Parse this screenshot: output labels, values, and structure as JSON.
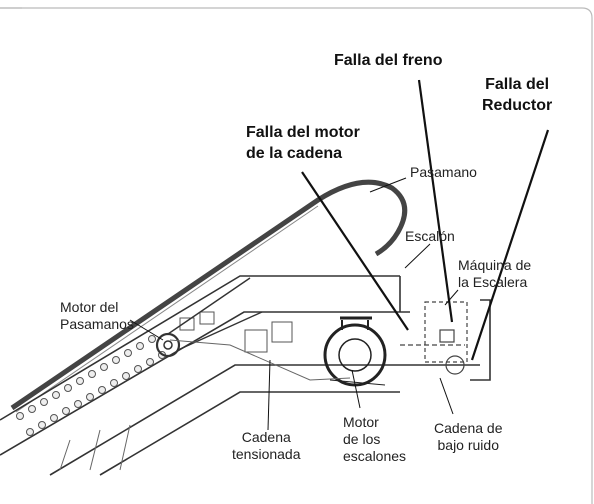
{
  "fault_labels": {
    "brake": "Falla del freno",
    "reducer": [
      "Falla del",
      "Reductor"
    ],
    "chain_motor": [
      "Falla del motor",
      "de la cadena"
    ]
  },
  "part_labels": {
    "handrail": "Pasamano",
    "step": "Escalón",
    "machine": [
      "Máquina de",
      "la Escalera"
    ],
    "handrail_motor": [
      "Motor del",
      "Pasamanos"
    ],
    "tension_chain": [
      "Cadena",
      "tensionada"
    ],
    "step_motor": [
      "Motor",
      "de los",
      "escalones"
    ],
    "low_noise_chain": [
      "Cadena de",
      "bajo ruido"
    ]
  }
}
